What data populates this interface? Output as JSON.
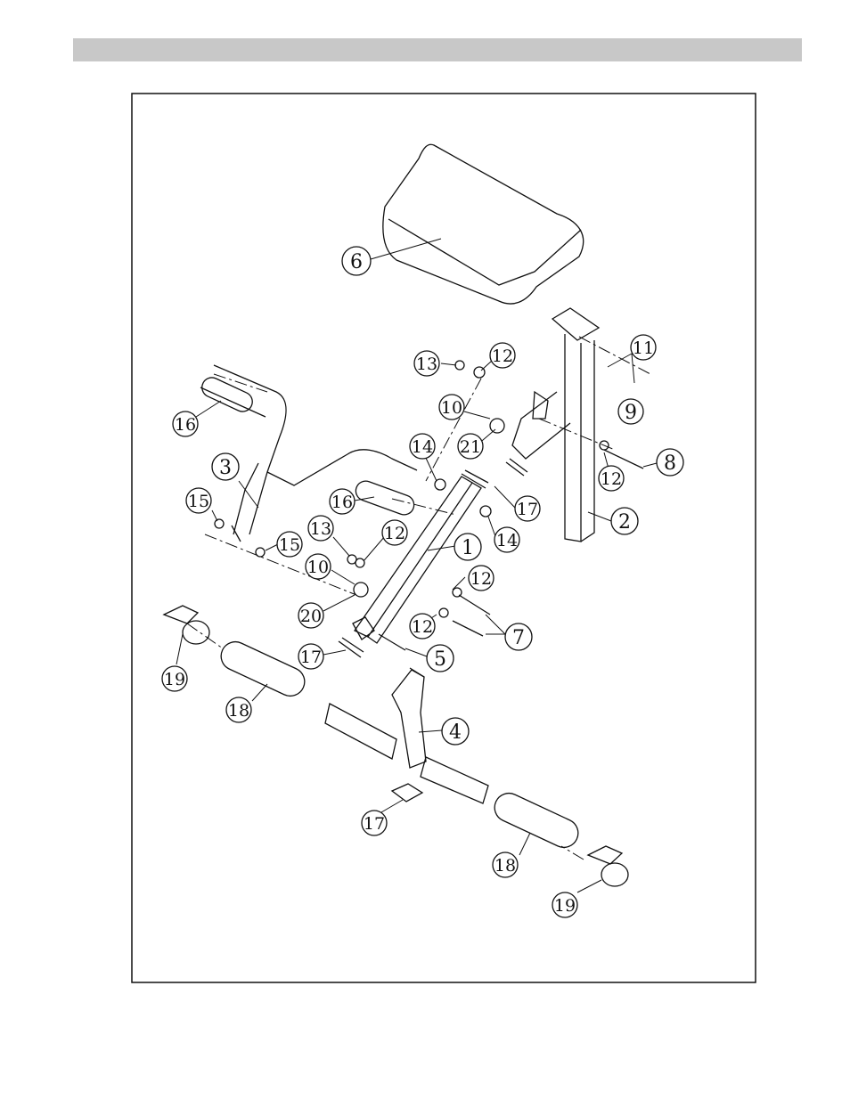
{
  "header": {
    "fill_color": "#c8c8c8"
  },
  "diagram": {
    "line_color": "#111111",
    "callouts": [
      {
        "id": "c6",
        "label": "6"
      },
      {
        "id": "c11",
        "label": "11"
      },
      {
        "id": "c13a",
        "label": "13"
      },
      {
        "id": "c12a",
        "label": "12"
      },
      {
        "id": "c10a",
        "label": "10"
      },
      {
        "id": "c9",
        "label": "9"
      },
      {
        "id": "c21",
        "label": "21"
      },
      {
        "id": "c16a",
        "label": "16"
      },
      {
        "id": "c14a",
        "label": "14"
      },
      {
        "id": "c8",
        "label": "8"
      },
      {
        "id": "c12b",
        "label": "12"
      },
      {
        "id": "c3",
        "label": "3"
      },
      {
        "id": "c16b",
        "label": "16"
      },
      {
        "id": "c17a",
        "label": "17"
      },
      {
        "id": "c2",
        "label": "2"
      },
      {
        "id": "c15a",
        "label": "15"
      },
      {
        "id": "c13b",
        "label": "13"
      },
      {
        "id": "c12c",
        "label": "12"
      },
      {
        "id": "c15b",
        "label": "15"
      },
      {
        "id": "c14b",
        "label": "14"
      },
      {
        "id": "c1",
        "label": "1"
      },
      {
        "id": "c10b",
        "label": "10"
      },
      {
        "id": "c12d",
        "label": "12"
      },
      {
        "id": "c20",
        "label": "20"
      },
      {
        "id": "c12e",
        "label": "12"
      },
      {
        "id": "c7",
        "label": "7"
      },
      {
        "id": "c17b",
        "label": "17"
      },
      {
        "id": "c5",
        "label": "5"
      },
      {
        "id": "c19a",
        "label": "19"
      },
      {
        "id": "c18a",
        "label": "18"
      },
      {
        "id": "c4",
        "label": "4"
      },
      {
        "id": "c17c",
        "label": "17"
      },
      {
        "id": "c18b",
        "label": "18"
      },
      {
        "id": "c19b",
        "label": "19"
      }
    ]
  }
}
